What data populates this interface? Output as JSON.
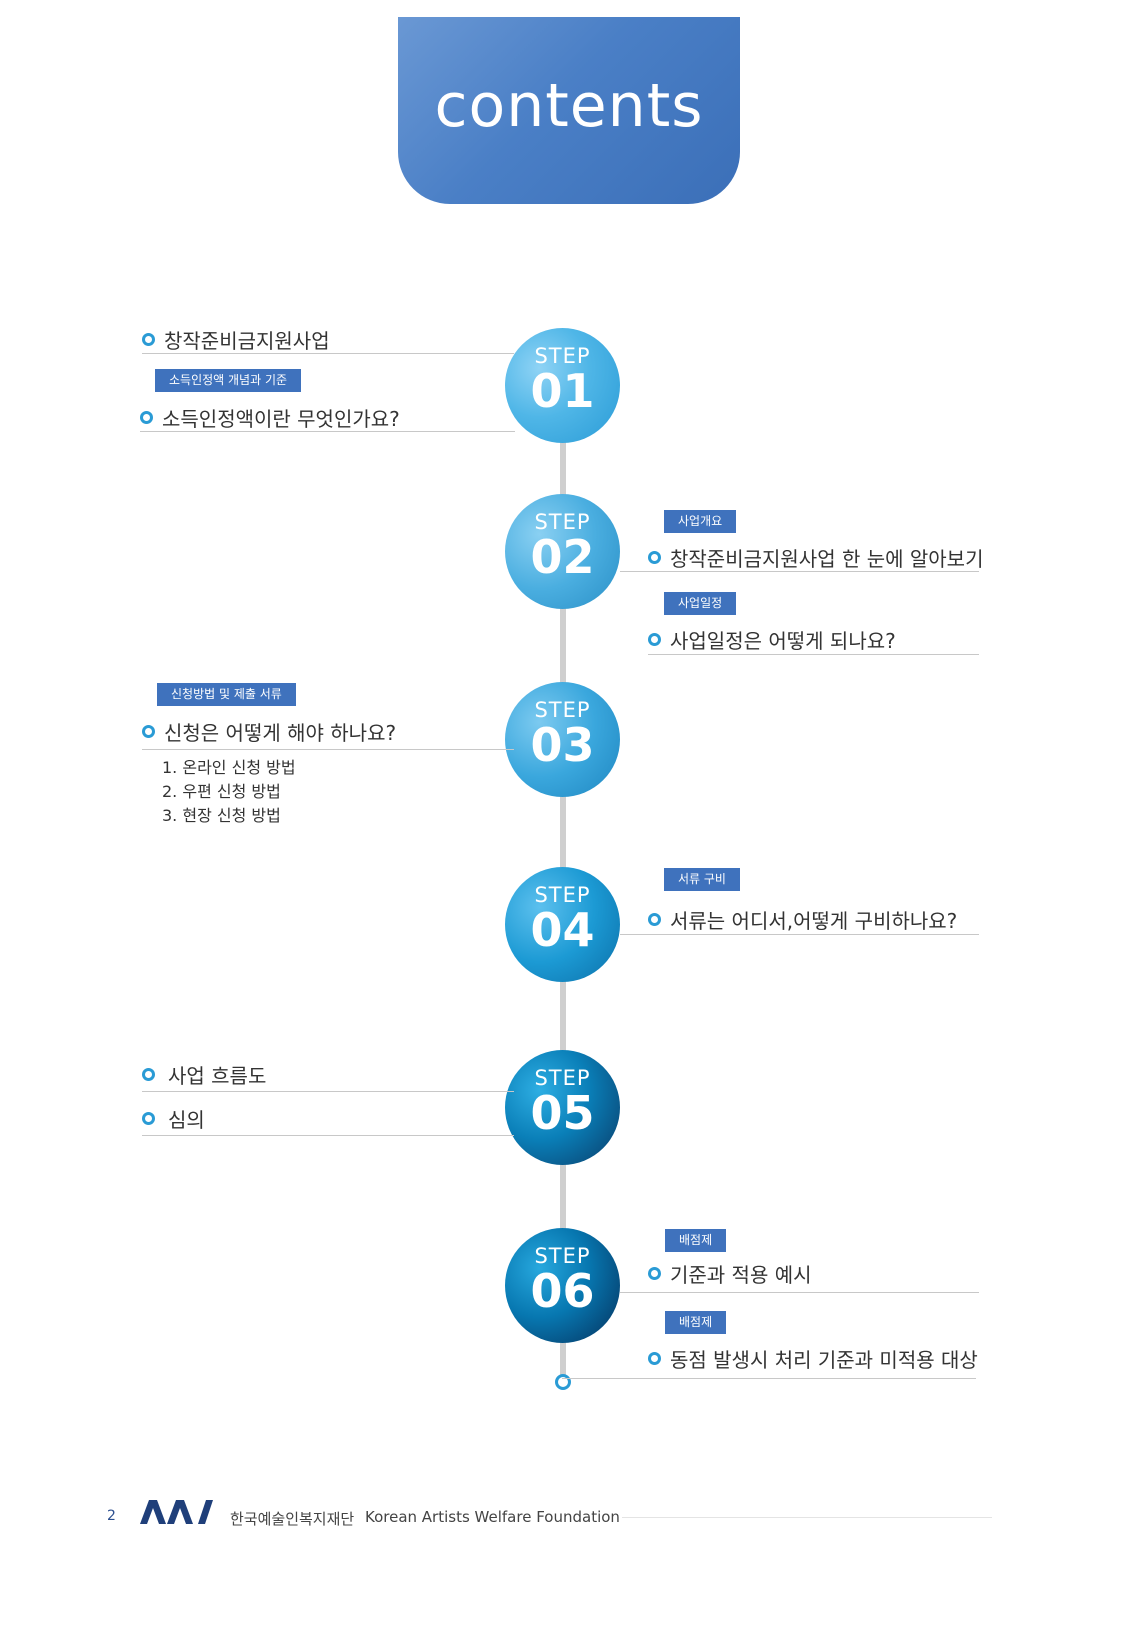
{
  "header": {
    "title": "contents"
  },
  "steps": [
    {
      "label": "STEP",
      "num": "01"
    },
    {
      "label": "STEP",
      "num": "02"
    },
    {
      "label": "STEP",
      "num": "03"
    },
    {
      "label": "STEP",
      "num": "04"
    },
    {
      "label": "STEP",
      "num": "05"
    },
    {
      "label": "STEP",
      "num": "06"
    }
  ],
  "step1": {
    "main": "창작준비금지원사업",
    "tag": "소득인정액 개념과 기준",
    "item": "소득인정액이란 무엇인가요?"
  },
  "step2": {
    "tag1": "사업개요",
    "item1": "창작준비금지원사업 한 눈에 알아보기",
    "tag2": "사업일정",
    "item2": "사업일정은 어떻게 되나요?"
  },
  "step3": {
    "tag": "신청방법 및 제출 서류",
    "item": "신청은 어떻게 해야 하나요?",
    "subs": [
      "1. 온라인 신청 방법",
      "2. 우편 신청 방법",
      "3. 현장 신청 방법"
    ]
  },
  "step4": {
    "tag": "서류 구비",
    "item": "서류는 어디서,어떻게 구비하나요?"
  },
  "step5": {
    "item1": "사업 흐름도",
    "item2": "심의"
  },
  "step6": {
    "tag1": "배점제",
    "item1": "기준과 적용 예시",
    "tag2": "배점제",
    "item2": "동점 발생시 처리 기준과 미적용 대상"
  },
  "footer": {
    "page": "2",
    "org_kr": "한국예술인복지재단",
    "org_en": "Korean Artists Welfare Foundation"
  },
  "colors": {
    "accent": "#2a9bd5",
    "tag": "#3f72bd",
    "header": "#4a7fc6"
  }
}
